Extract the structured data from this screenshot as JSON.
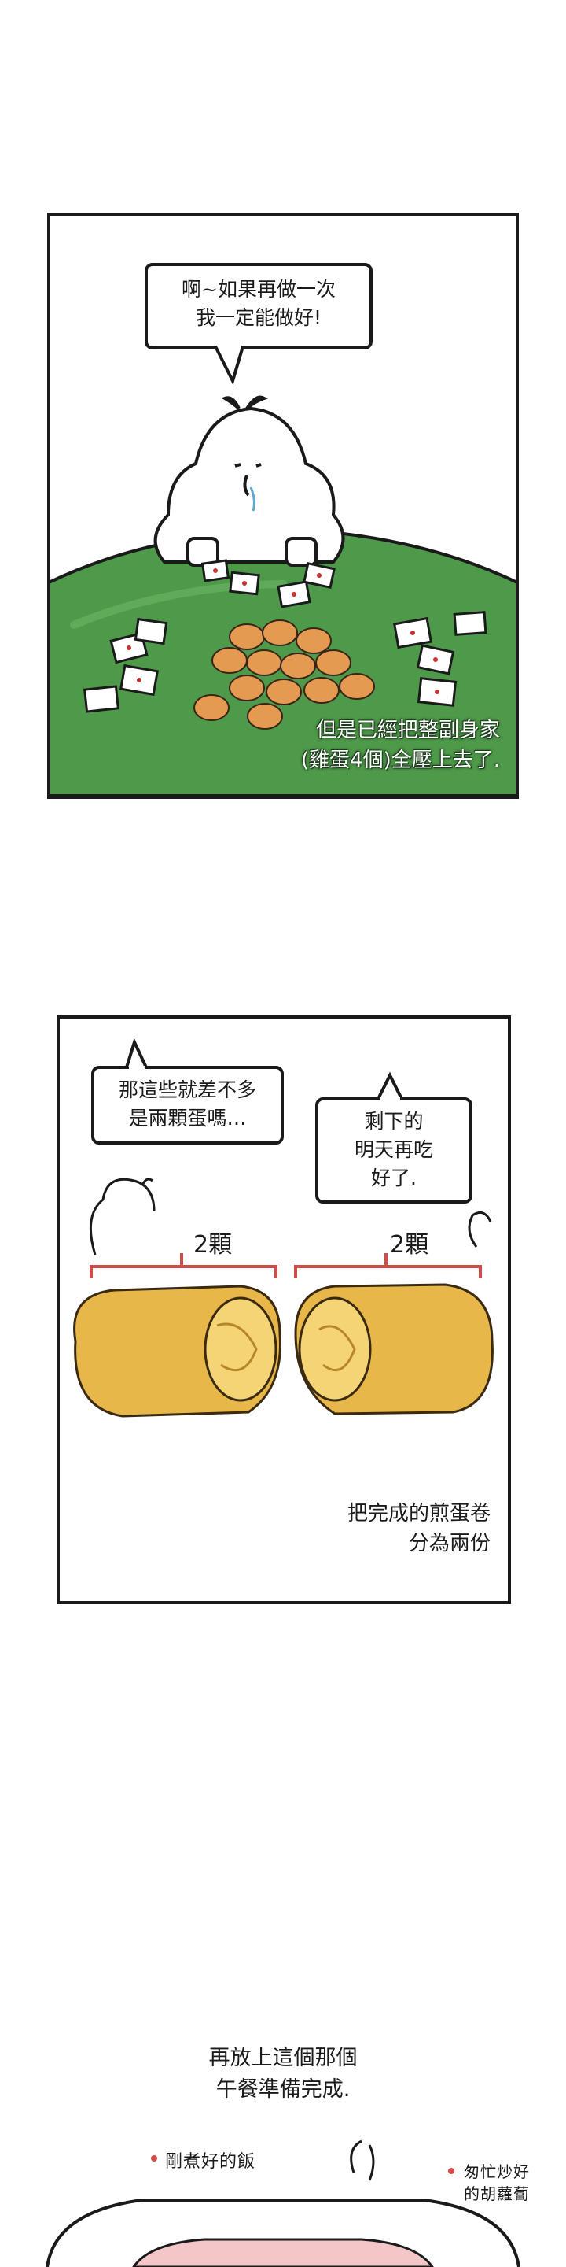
{
  "panel1": {
    "bubble": {
      "lines": [
        "啊~如果再做一次",
        "我一定能做好!"
      ]
    },
    "caption": {
      "lines": [
        "但是已經把整副身家",
        "(雞蛋4個)全壓上去了."
      ]
    },
    "colors": {
      "table": "#4f9a4a",
      "egg": "#e59a52",
      "card_pip": "#c6312f"
    }
  },
  "panel2": {
    "bubble_left": {
      "lines": [
        "那這些就差不多",
        "是兩顆蛋嗎…"
      ]
    },
    "bubble_right": {
      "lines": [
        "剩下的",
        "明天再吃",
        "好了."
      ]
    },
    "label_left": "2顆",
    "label_right": "2顆",
    "caption": {
      "lines": [
        "把完成的煎蛋卷",
        "分為兩份"
      ]
    },
    "colors": {
      "bracket": "#d34a4a",
      "omelette": "#e7b74a"
    }
  },
  "final": {
    "caption": {
      "lines": [
        "再放上這個那個",
        "午餐準備完成."
      ]
    },
    "note_left": "剛煮好的飯",
    "note_right_lines": [
      "匆忙炒好",
      "的胡蘿蔔"
    ]
  }
}
